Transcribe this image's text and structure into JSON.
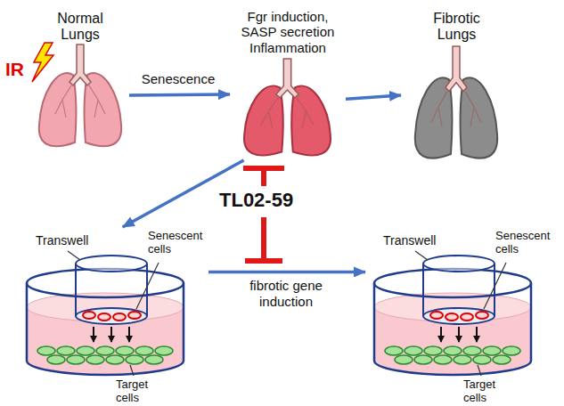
{
  "diagram": {
    "nodes": [
      {
        "text": [
          "Normal Lungs"
        ]
      },
      {
        "text": [
          "Fgr induction, SASP secretion Inflammation"
        ]
      },
      {
        "text": [
          "Fibrotic Lungs"
        ]
      },
      {
        "text": [
          "Transwell",
          "Senescent cells",
          "Target cells"
        ]
      },
      {
        "text": [
          "Transwell",
          "Senescent cells",
          "Target cells"
        ]
      }
    ],
    "edges": [
      {
        "from": 0,
        "to": 1,
        "arrow": "to",
        "label": "Senescence"
      },
      {
        "from": 1,
        "to": 2,
        "arrow": "to"
      },
      {
        "from": 1,
        "to": 3,
        "arrow": "to"
      },
      {
        "from": 3,
        "to": 4,
        "arrow": "to",
        "label": "fibrotic gene induction"
      }
    ],
    "labels": [
      "IR",
      "TL02-59"
    ]
  }
}
